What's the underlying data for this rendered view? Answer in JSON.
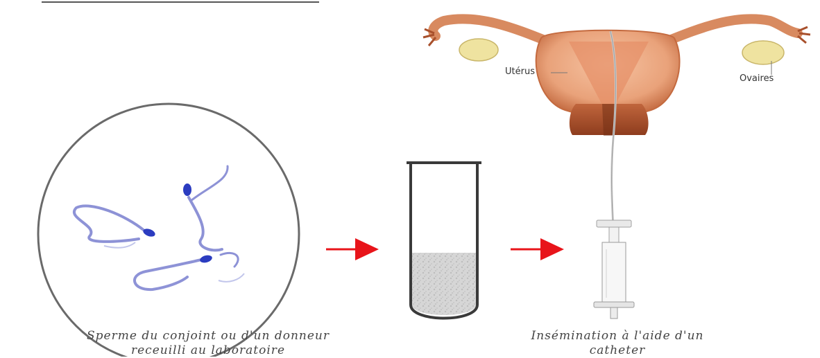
{
  "labels": {
    "uterus": "Utérus",
    "ovaries": "Ovaires"
  },
  "captions": {
    "left_line1": "Sperme du conjoint ou d'un donneur",
    "left_line2": "receuilli au laboratoire",
    "right_line1": "Insémination à l'aide d'un",
    "right_line2": "catheter"
  },
  "colors": {
    "arrow": "#e8141a",
    "uterus": "#e9a27a",
    "uterus_dark": "#a8502c",
    "sperm": "#6a70c8",
    "circle": "#6a6a6a",
    "tube_fill": "#d9d9d9"
  }
}
